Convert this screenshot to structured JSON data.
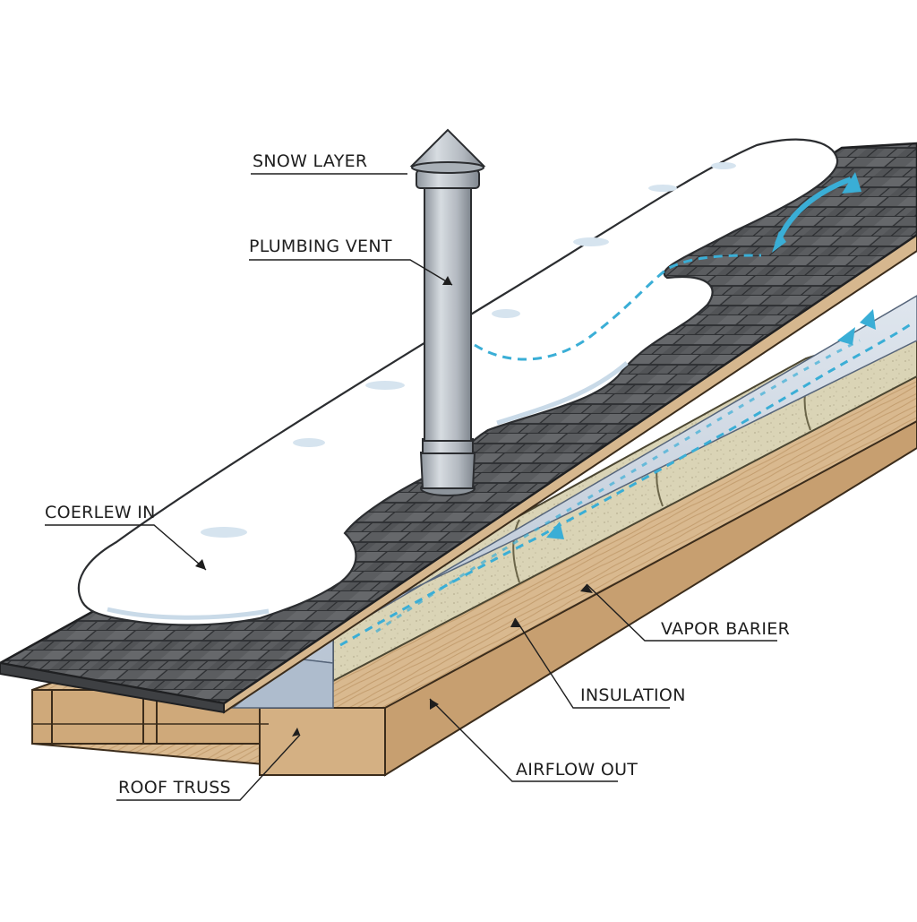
{
  "diagram": {
    "labels": {
      "snow_layer": "SNOW LAYER",
      "plumbing_vent": "PLUMBING VENT",
      "coerlew_in": "COERLEW IN",
      "vapor_barier": "VAPOR BARIER",
      "insulation": "INSULATION",
      "airflow_out": "AIRFLOW OUT",
      "roof_truss": "ROOF TRUSS"
    },
    "colors": {
      "shingle": "#5b5d60",
      "shingle_line": "#2f3134",
      "snow": "#ffffff",
      "snow_shadow": "#d3e2ee",
      "vent_metal": "#b6bcc3",
      "vapor_barrier": "#c9d3e0",
      "insulation": "#d9d3b4",
      "wood": "#d8b88d",
      "airflow": "#3aaed6"
    }
  }
}
